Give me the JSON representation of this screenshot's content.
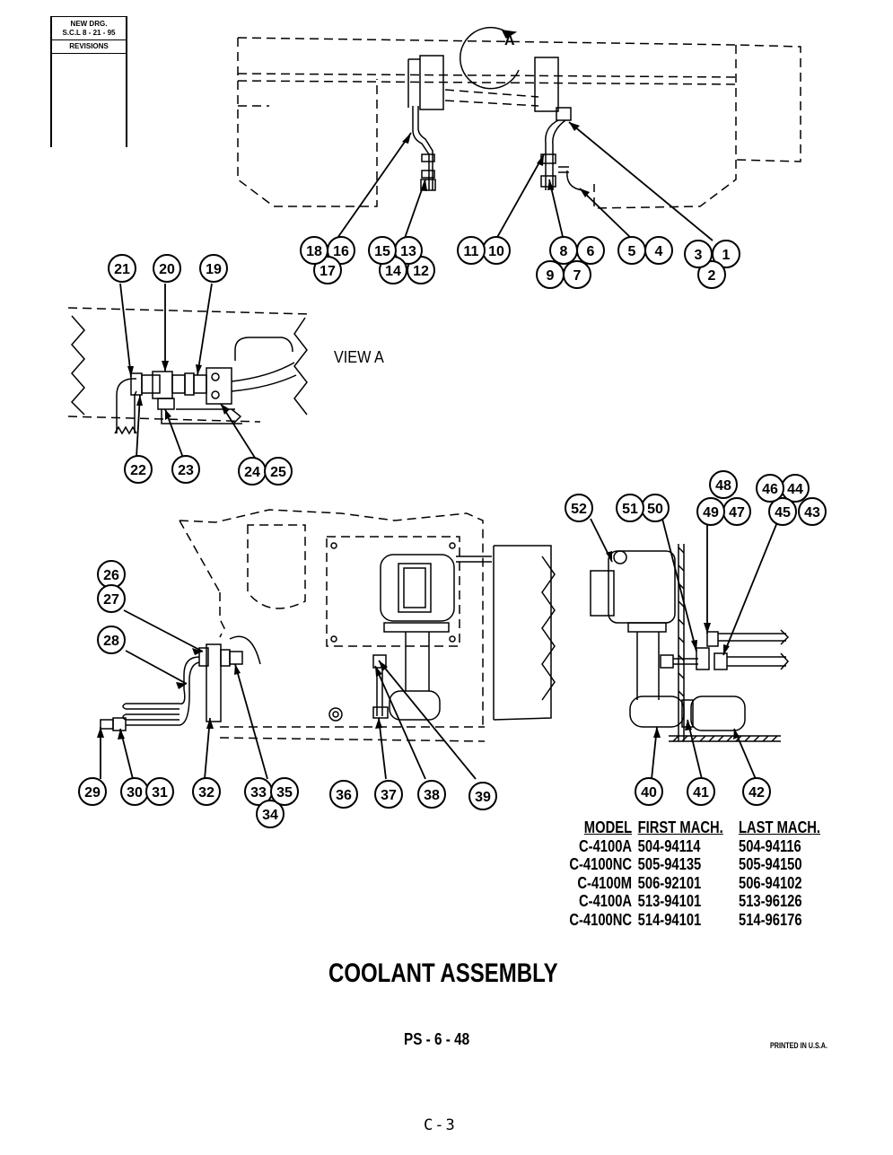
{
  "revision_block": {
    "line1": "NEW DRG.",
    "line2": "S.C.L 8 - 21 - 95",
    "line3": "REVISIONS"
  },
  "detail_callout": "A",
  "view_label": "VIEW A",
  "callouts": [
    "1",
    "2",
    "3",
    "4",
    "5",
    "6",
    "7",
    "8",
    "9",
    "10",
    "11",
    "12",
    "13",
    "14",
    "15",
    "16",
    "17",
    "18",
    "19",
    "20",
    "21",
    "22",
    "23",
    "24",
    "25",
    "26",
    "27",
    "28",
    "29",
    "30",
    "31",
    "32",
    "33",
    "34",
    "35",
    "36",
    "37",
    "38",
    "39",
    "40",
    "41",
    "42",
    "43",
    "44",
    "45",
    "46",
    "47",
    "48",
    "49",
    "50",
    "51",
    "52"
  ],
  "model_table": {
    "headers": [
      "MODEL",
      "FIRST MACH.",
      "LAST MACH."
    ],
    "rows": [
      [
        "C-4100A",
        "504-94114",
        "504-94116"
      ],
      [
        "C-4100NC",
        "505-94135",
        "505-94150"
      ],
      [
        "C-4100M",
        "506-92101",
        "506-94102"
      ],
      [
        "C-4100A",
        "513-94101",
        "513-96126"
      ],
      [
        "C-4100NC",
        "514-94101",
        "514-96176"
      ]
    ]
  },
  "title": "COOLANT ASSEMBLY",
  "drawing_number": "PS - 6 - 48",
  "printed_note": "PRINTED IN U.S.A.",
  "page_number": "C-3"
}
